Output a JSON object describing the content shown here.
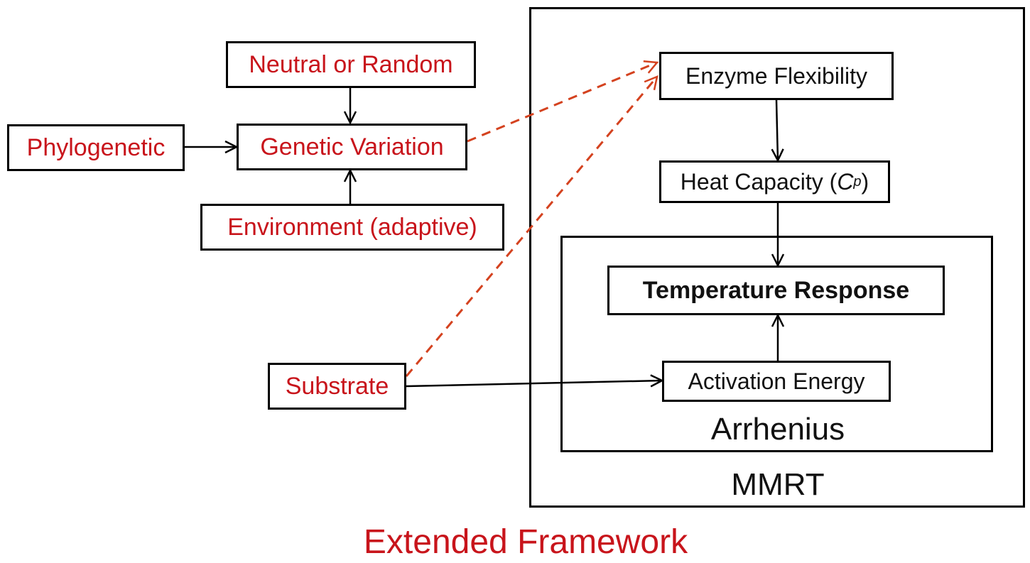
{
  "frames": {
    "outer_label": "MMRT",
    "inner_label": "Arrhenius"
  },
  "nodes": {
    "neutral": "Neutral or Random",
    "genetic": "Genetic Variation",
    "phylogenetic": "Phylogenetic",
    "environment": "Environment (adaptive)",
    "substrate": "Substrate",
    "enzyme": "Enzyme Flexibility",
    "heat_capacity": {
      "text": "Heat Capacity (",
      "symbol": "C",
      "subscript": "p",
      "suffix": ")"
    },
    "temperature": "Temperature Response",
    "activation": "Activation Energy"
  },
  "caption": "Extended Framework",
  "colors": {
    "red": "#c8141b",
    "dashed": "#d4421f",
    "black": "#000000"
  }
}
